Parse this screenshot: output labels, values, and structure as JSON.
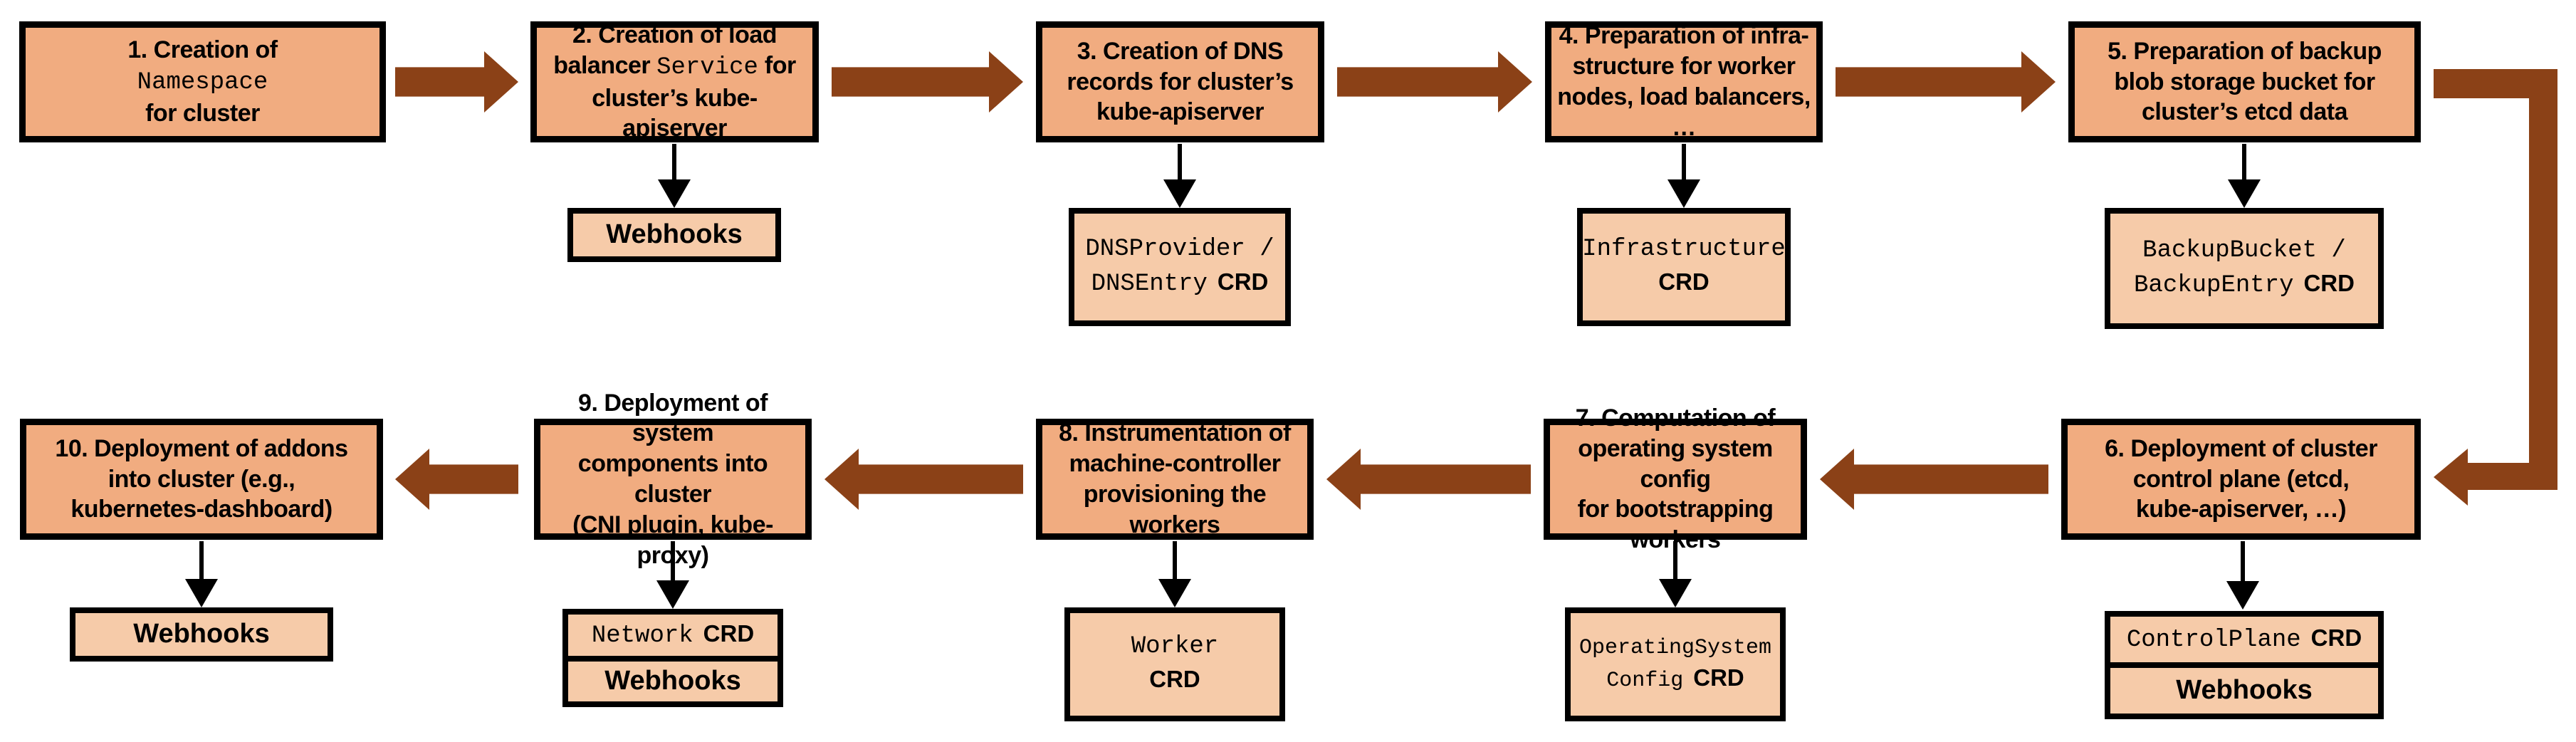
{
  "colors": {
    "box_fill": "#F1AC80",
    "artifact_fill": "#F6CBA9",
    "arrow_color": "#8B4117",
    "border_color": "#000000"
  },
  "steps": {
    "s1": {
      "title_pre": "1. Creation of\n",
      "title_code": "Namespace",
      "title_post": "\nfor cluster"
    },
    "s2": {
      "title_pre": "2. Creation of load\nbalancer ",
      "title_code": "Service",
      "title_post": " for\ncluster’s kube-apiserver"
    },
    "s3": {
      "title_pre": "3. Creation of DNS\nrecords for cluster’s\nkube-apiserver"
    },
    "s4": {
      "title_pre": "4. Preparation of infra-\nstructure for worker\nnodes, load balancers, …"
    },
    "s5": {
      "title_pre": "5. Preparation of backup\nblob storage bucket for\ncluster’s etcd data"
    },
    "s6": {
      "title_pre": "6. Deployment of cluster\ncontrol plane (etcd,\nkube-apiserver, …)"
    },
    "s7": {
      "title_pre": "7. Computation of\noperating system config\nfor bootstrapping workers"
    },
    "s8": {
      "title_pre": "8. Instrumentation of\nmachine-controller\nprovisioning the workers"
    },
    "s9": {
      "title_pre": "9. Deployment of system\ncomponents into cluster\n(CNI plugin, kube-proxy)"
    },
    "s10": {
      "title_pre": "10. Deployment of addons\ninto cluster (e.g.,\nkubernetes-dashboard)"
    }
  },
  "artifacts": {
    "a2": {
      "label": "Webhooks"
    },
    "a3": {
      "line1_code": "DNSProvider /",
      "line2_code": "DNSEntry",
      "line2_label": "CRD"
    },
    "a4": {
      "line1_code": "Infrastructure",
      "line2_label": "CRD"
    },
    "a5": {
      "line1_code": "BackupBucket /",
      "line2_code": "BackupEntry",
      "line2_label": "CRD"
    },
    "a6_crd": {
      "code": "ControlPlane",
      "label": "CRD"
    },
    "a6_webhooks": {
      "label": "Webhooks"
    },
    "a7": {
      "line1_code": "OperatingSystem",
      "line2_code": "Config",
      "line2_label": "CRD"
    },
    "a8": {
      "line1_code": "Worker",
      "line2_label": "CRD"
    },
    "a9_crd": {
      "code": "Network",
      "label": "CRD"
    },
    "a9_webhooks": {
      "label": "Webhooks"
    },
    "a10": {
      "label": "Webhooks"
    }
  }
}
